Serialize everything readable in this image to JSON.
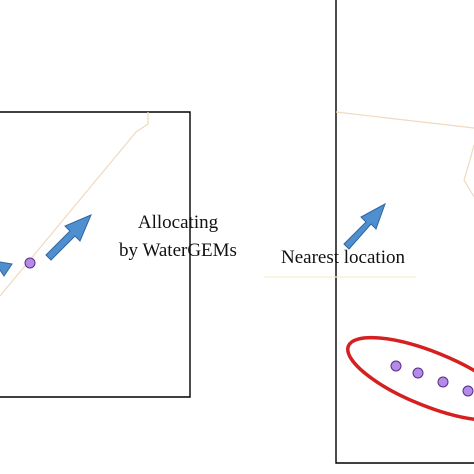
{
  "labels": {
    "allocating_line1": "Allocating",
    "allocating_line2": "by WaterGEMs",
    "nearest_location": "Nearest location"
  },
  "colors": {
    "frame": "#000000",
    "pipe": "#f0d9bf",
    "arrow_fill": "#4f8fcf",
    "arrow_stroke": "#2f66a0",
    "node_fill": "#b48be6",
    "node_stroke": "#5a2c8a",
    "highlight_ellipse": "#d62020",
    "underline": "#f7efcf"
  },
  "icons": {
    "arrow": "arrow-right-up-icon",
    "node": "circle-node-icon"
  }
}
